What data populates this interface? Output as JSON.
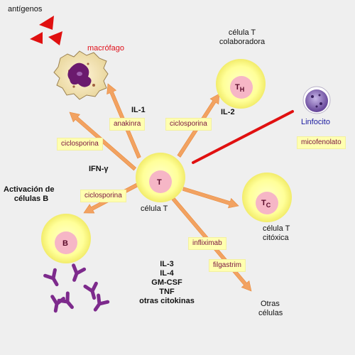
{
  "labels": {
    "antigens": "antígenos",
    "macrophage": "macrófago",
    "helper_line1": "célula T",
    "helper_line2": "colaboradora",
    "lymphocyte": "Linfocito",
    "b_activation_line1": "Activación de",
    "b_activation_line2": "células B",
    "t_cell": "célula T",
    "cytotoxic_line1": "célula T",
    "cytotoxic_line2": "citóxica",
    "other_cells_line1": "Otras",
    "other_cells_line2": "células"
  },
  "cells": {
    "t": "T",
    "th_main": "T",
    "th_sub": "H",
    "tc_main": "T",
    "tc_sub": "C",
    "b": "B"
  },
  "cytokines": {
    "il1": "IL-1",
    "il2": "IL-2",
    "ifn": "IFN-γ",
    "others": [
      "IL-3",
      "IL-4",
      "GM-CSF",
      "TNF",
      "otras citokinas"
    ]
  },
  "drugs": {
    "anakinra": "anakinra",
    "ciclosporina_th": "ciclosporina",
    "ciclosporina_mac": "ciclosporina",
    "micofenolato": "micofenolato",
    "ciclosporina_b": "ciclosporina",
    "infliximab": "infliximab",
    "filgastrim": "filgastrim"
  },
  "colors": {
    "arrow": "#f2a261",
    "arrow_edge": "#e88a3c",
    "cell_body": "#ffff99",
    "cell_nucleus": "#f6b6c6",
    "inhibition": "#e01010",
    "antibody": "#7d2a8c",
    "antigen": "#e01010"
  }
}
